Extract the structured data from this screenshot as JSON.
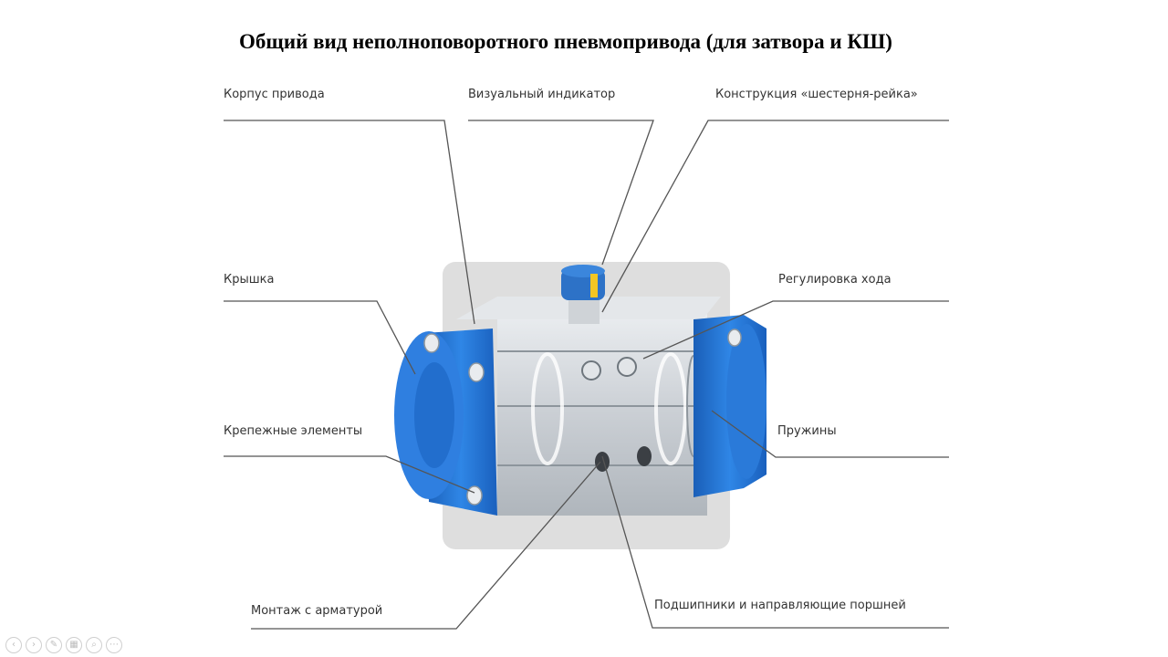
{
  "title": "Общий вид неполноповоротного пневмопривода (для затвора и КШ)",
  "callouts": {
    "housing": "Корпус привода",
    "indicator": "Визуальный индикатор",
    "rack_pinion": "Конструкция «шестерня-рейка»",
    "cover": "Крышка",
    "stroke_adjust": "Регулировка хода",
    "fasteners": "Крепежные элементы",
    "springs": "Пружины",
    "mounting": "Монтаж с арматурой",
    "bearings": "Подшипники и направляющие поршней"
  },
  "colors": {
    "actuator_blue": "#1f6fd0",
    "body_grey": "#dcdcdc",
    "indicator_yellow": "#f3c623"
  },
  "toolbar_icons": [
    "prev-icon",
    "next-icon",
    "pen-icon",
    "slides-icon",
    "zoom-icon",
    "more-icon"
  ]
}
